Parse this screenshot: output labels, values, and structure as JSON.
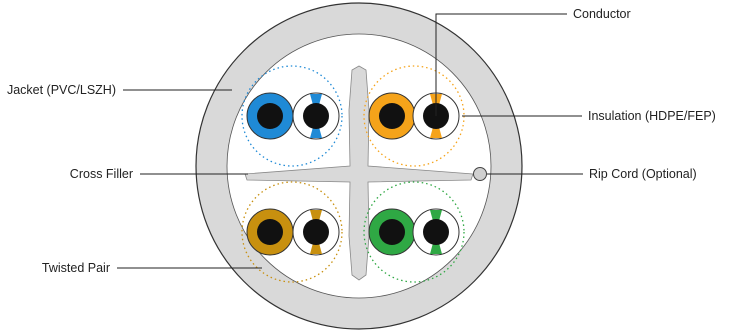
{
  "labels": {
    "jacket": "Jacket (PVC/LSZH)",
    "cross_filler": "Cross Filler",
    "twisted_pair": "Twisted Pair",
    "conductor": "Conductor",
    "insulation": "Insulation (HDPE/FEP)",
    "rip_cord": "Rip Cord (Optional)"
  },
  "colors": {
    "jacket": "#d9d9d9",
    "jacket_outline": "#333333",
    "core_background": "#ffffff",
    "cross_filler": "#d9d9d9",
    "conductor": "#111111",
    "white_insulation": "#ffffff",
    "blue": "#1f8ad6",
    "orange": "#f5a31a",
    "brown": "#c8900f",
    "green": "#2fa844",
    "rip_cord": "#d0d0d0"
  },
  "pairs": [
    {
      "name": "blue-pair",
      "color_key": "blue"
    },
    {
      "name": "orange-pair",
      "color_key": "orange"
    },
    {
      "name": "brown-pair",
      "color_key": "brown"
    },
    {
      "name": "green-pair",
      "color_key": "green"
    }
  ]
}
